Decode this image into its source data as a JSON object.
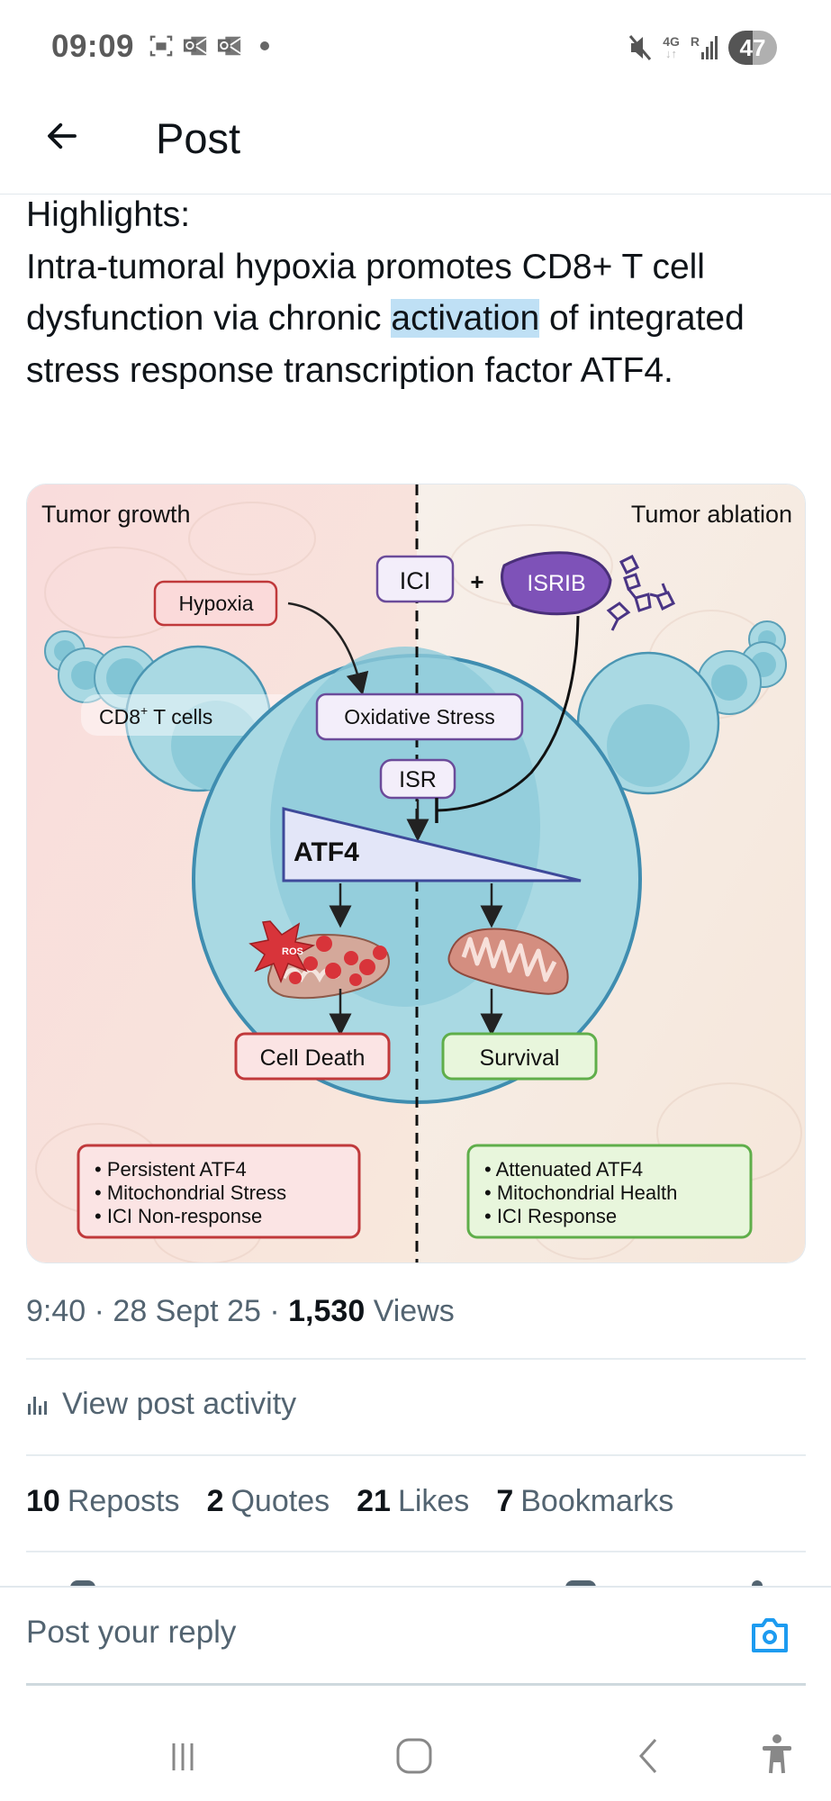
{
  "status_bar": {
    "time": "09:09",
    "left_icons": [
      "screenshot-icon",
      "outlook-icon",
      "outlook-icon",
      "notification-dot"
    ],
    "right_icons": [
      "mute-icon",
      "4g-icon",
      "signal-icon"
    ],
    "network_label": "4G",
    "roaming_label": "R",
    "battery_level": "47"
  },
  "header": {
    "title": "Post",
    "back_icon": "arrow-left-icon"
  },
  "post": {
    "text_line1": "Highlights:",
    "text_before_highlight": "Intra-tumoral hypoxia promotes CD8+ T cell dysfunction via chronic ",
    "text_highlight": "activation",
    "text_after_highlight": " of integrated stress response transcription factor ATF4."
  },
  "figure": {
    "left_heading": "Tumor growth",
    "right_heading": "Tumor ablation",
    "ici_label": "ICI",
    "plus_label": "+",
    "isrib_label": "ISRIB",
    "hypoxia_label": "Hypoxia",
    "cd8_label_main": "CD8",
    "cd8_label_sup": "+",
    "cd8_label_rest": " T cells",
    "oxidative_label": "Oxidative Stress",
    "isr_label": "ISR",
    "atf4_label": "ATF4",
    "ros_label": "ROS",
    "cell_death_label": "Cell Death",
    "survival_label": "Survival",
    "left_bullets": [
      "Persistent ATF4",
      "Mitochondrial Stress",
      "ICI Non-response"
    ],
    "right_bullets": [
      "Attenuated ATF4",
      "Mitochondrial Health",
      "ICI Response"
    ],
    "colors": {
      "red_border": "#c0393b",
      "red_fill": "#fbe4e4",
      "green_border": "#5fae4a",
      "green_fill": "#e8f6dc",
      "purple_border": "#6b4b9a",
      "purple_fill": "#f3eefa",
      "isrib_fill": "#7e52b8",
      "cell_fill": "#a9d9e3",
      "cell_border": "#3f8db0",
      "atf4_fill": "#e3e6f8"
    }
  },
  "meta": {
    "time": "9:40",
    "sep": "·",
    "date": "28 Sept 25",
    "views_count": "1,530",
    "views_label": "Views"
  },
  "activity": {
    "icon": "analytics-icon",
    "label": "View post activity"
  },
  "stats": [
    {
      "count": "10",
      "label": "Reposts"
    },
    {
      "count": "2",
      "label": "Quotes"
    },
    {
      "count": "21",
      "label": "Likes"
    },
    {
      "count": "7",
      "label": "Bookmarks"
    }
  ],
  "reply": {
    "placeholder": "Post your reply",
    "camera_icon": "camera-icon",
    "accent": "#1d9bf0"
  },
  "nav_bar": {
    "buttons": [
      "recents-icon",
      "home-icon",
      "back-icon",
      "accessibility-icon"
    ]
  }
}
